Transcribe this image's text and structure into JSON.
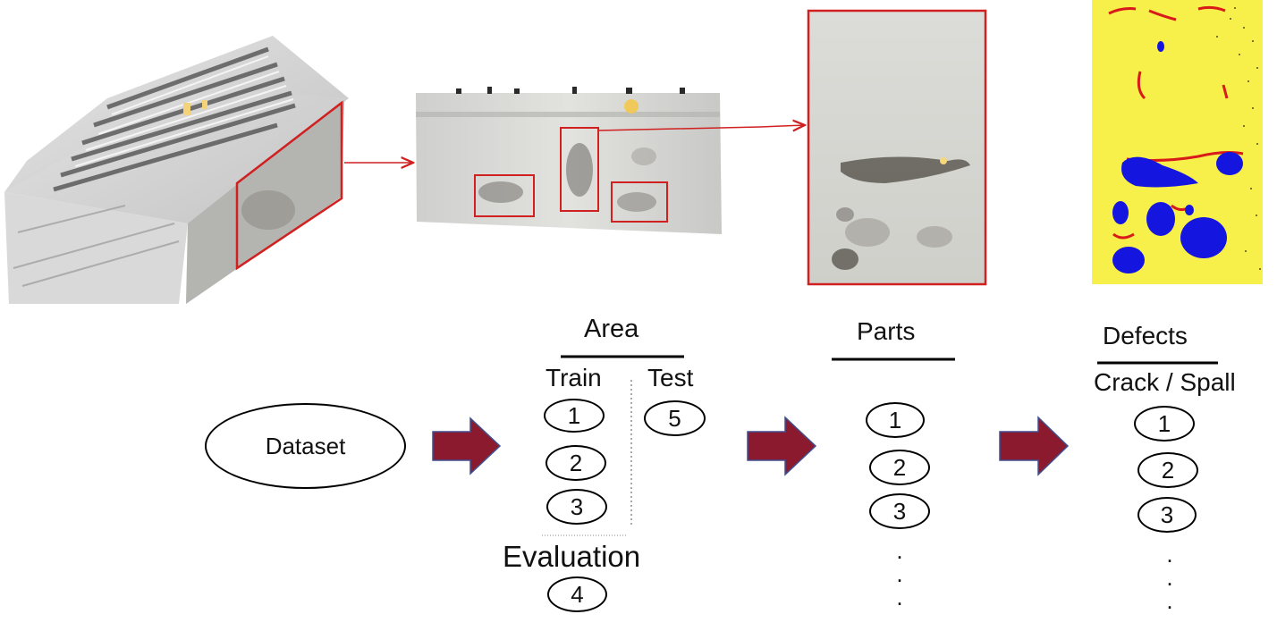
{
  "dataset": {
    "label": "Dataset"
  },
  "area": {
    "heading": "Area",
    "train_label": "Train",
    "test_label": "Test",
    "evaluation_label": "Evaluation",
    "train_items": [
      "1",
      "2",
      "3"
    ],
    "test_items": [
      "5"
    ],
    "evaluation_items": [
      "4"
    ]
  },
  "parts": {
    "heading": "Parts",
    "items": [
      "1",
      "2",
      "3"
    ],
    "ellipsis": ".\n.\n."
  },
  "defects": {
    "heading": "Defects",
    "subheading": "Crack / Spall",
    "items": [
      "1",
      "2",
      "3"
    ],
    "ellipsis": ".\n.\n."
  },
  "colors": {
    "arrow_fill": "#8b1a2f",
    "arrow_stroke": "#3f4f8f",
    "highlight_box": "#d02020",
    "mask_background": "#f7ef4a",
    "mask_spall": "#1515e0",
    "mask_crack": "#d81a1a"
  },
  "images": [
    {
      "name": "point-cloud-tunnel"
    },
    {
      "name": "wall-panorama"
    },
    {
      "name": "wall-detail-crop"
    },
    {
      "name": "defect-segmentation-mask"
    }
  ]
}
